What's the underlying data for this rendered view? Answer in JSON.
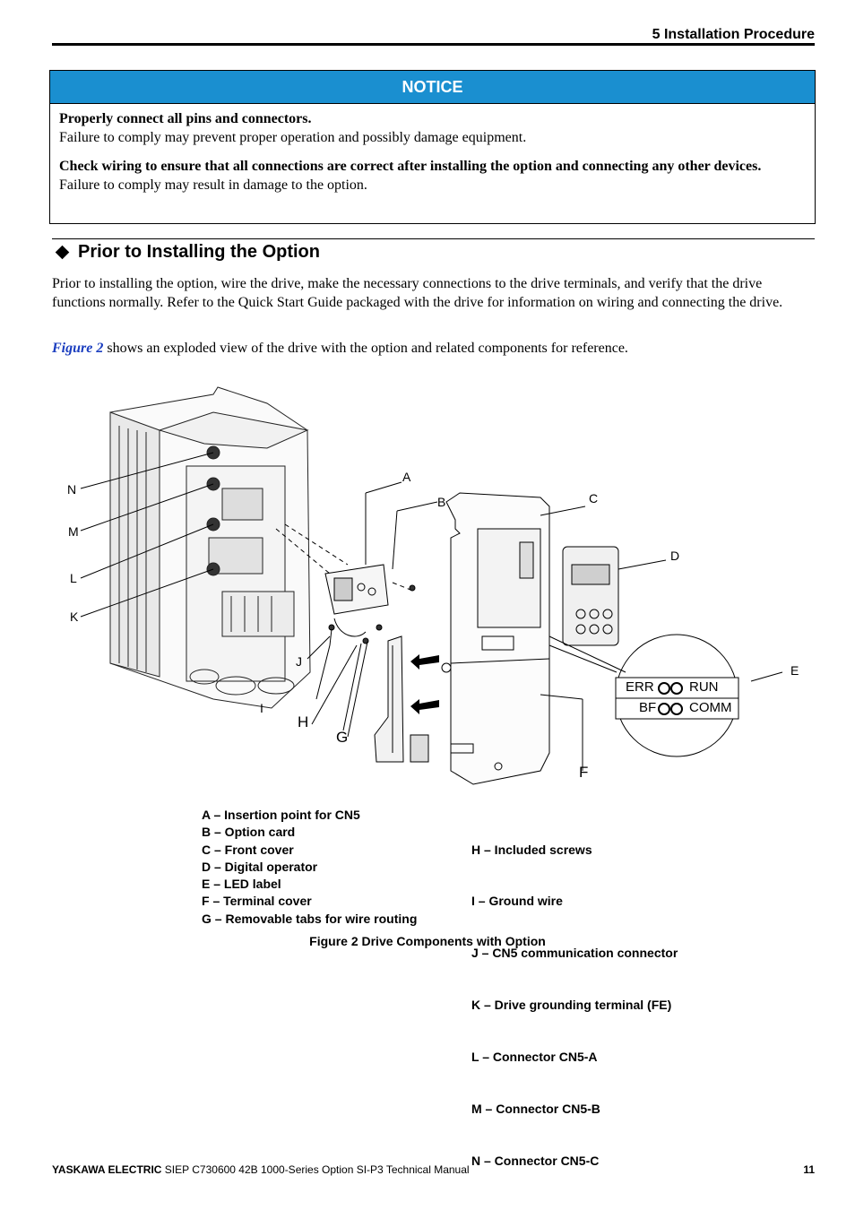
{
  "header": {
    "section": "5  Installation Procedure"
  },
  "notice": {
    "label": "NOTICE",
    "item1_title": "Properly connect all pins and connectors.",
    "item1_text": "Failure to comply may prevent proper operation and possibly damage equipment.",
    "item2_title": "Check wiring to ensure that all connections are correct after installing the option and connecting any other devices.",
    "item2_text": "Failure to comply may result in damage to the option."
  },
  "section": {
    "heading": "Prior to Installing the Option",
    "para1": "Prior to installing the option, wire the drive, make the necessary connections to the drive terminals, and verify that the drive functions normally. Refer to the Quick Start Guide packaged with the drive for information on wiring and connecting the drive.",
    "para2_link": "Figure 2",
    "para2_rest": " shows an exploded view of the drive with the option and related components for reference."
  },
  "figure": {
    "callouts": {
      "A": "A",
      "B": "B",
      "C": "C",
      "D": "D",
      "E": "E",
      "F": "F",
      "G": "G",
      "H": "H",
      "I": "I",
      "J": "J",
      "K": "K",
      "L": "L",
      "M": "M",
      "N": "N"
    },
    "led_label": {
      "err": "ERR",
      "run": "RUN",
      "bf": "BF",
      "comm": "COMM"
    },
    "legend_left": [
      "A  – Insertion point for CN5",
      "B  – Option card",
      "C  – Front cover",
      "D  – Digital operator",
      "E  – LED label",
      "F  – Terminal cover",
      "G  – Removable tabs for wire routing"
    ],
    "legend_right": [
      "H  – Included screws",
      " I   – Ground wire",
      " J  – CN5 communication connector",
      "K  – Drive grounding terminal (FE)",
      " L  – Connector CN5-A",
      "M  – Connector CN5-B",
      "N  – Connector CN5-C"
    ],
    "caption": "Figure 2  Drive Components with Option"
  },
  "footer": {
    "brand": "YASKAWA ELECTRIC",
    "doc": " SIEP C730600 42B 1000-Series Option SI-P3 Technical Manual",
    "page": "11"
  }
}
